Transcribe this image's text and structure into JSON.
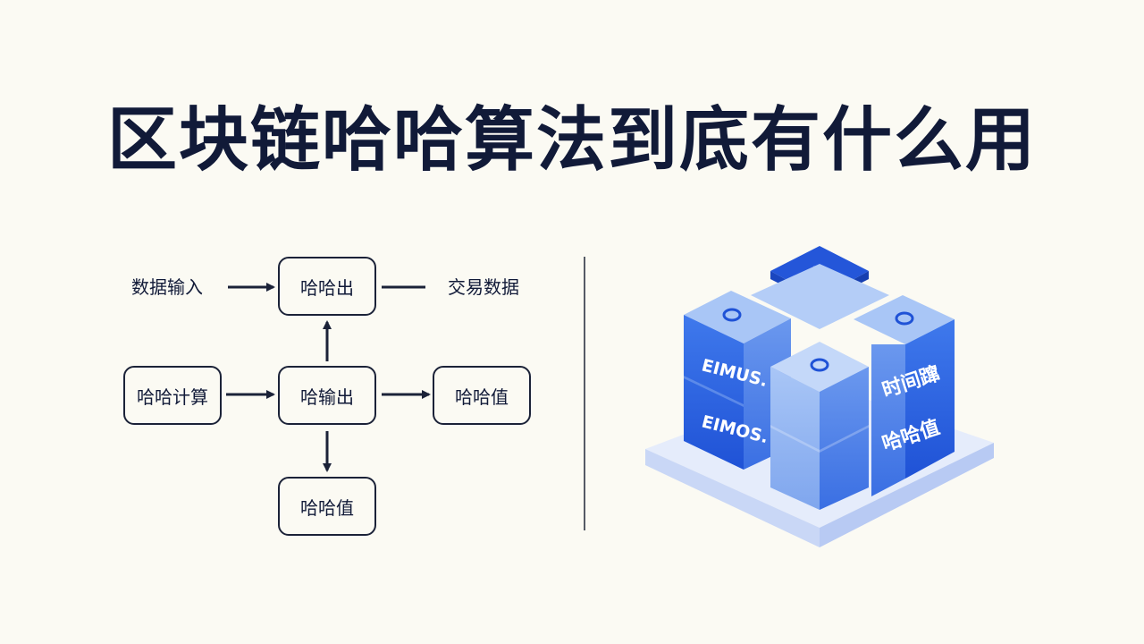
{
  "title": "区块链哈哈算法到底有什么用",
  "flowchart": {
    "input_label": "数据输入",
    "top_node": "哈哈出",
    "right_label": "交易数据",
    "left_node": "哈哈计算",
    "center_node": "哈输出",
    "right_node": "哈哈值",
    "bottom_node": "哈哈值"
  },
  "cube_graphic": {
    "label_front_left_upper": "EIMUS.",
    "label_front_left_lower": "EIMOS.",
    "label_right_upper": "时间蹿",
    "label_right_lower": "哈哈值"
  },
  "colors": {
    "title": "#111a38",
    "cube_dark": "#2a5fe0",
    "cube_light": "#8fb3f2",
    "platform": "#dfe8fb"
  }
}
